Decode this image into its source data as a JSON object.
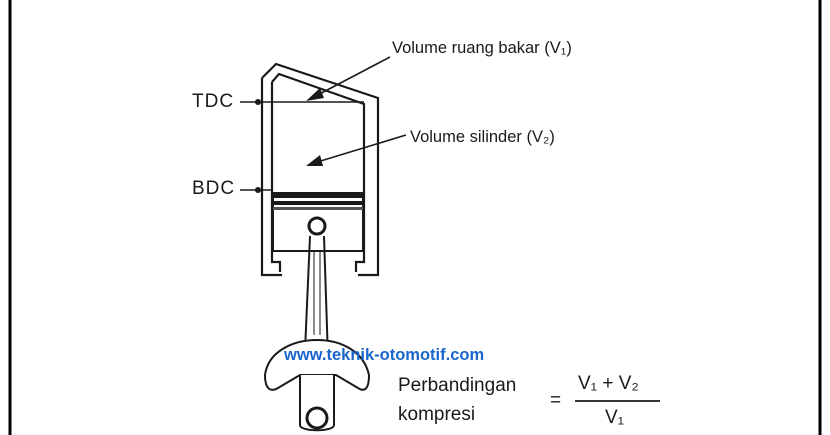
{
  "labels": {
    "tdc": "TDC",
    "bdc": "BDC",
    "v1": "Volume ruang bakar (V₁)",
    "v2": "Volume silinder  (V₂)"
  },
  "watermark": "www.teknik-otomotif.com",
  "formula": {
    "lhs_line1": "Perbandingan",
    "lhs_line2": "kompresi",
    "equals": "=",
    "numerator": "V₁ + V₂",
    "denominator": "V₁"
  },
  "colors": {
    "ink": "#1a1a1a",
    "watermark": "#1a66cc"
  }
}
